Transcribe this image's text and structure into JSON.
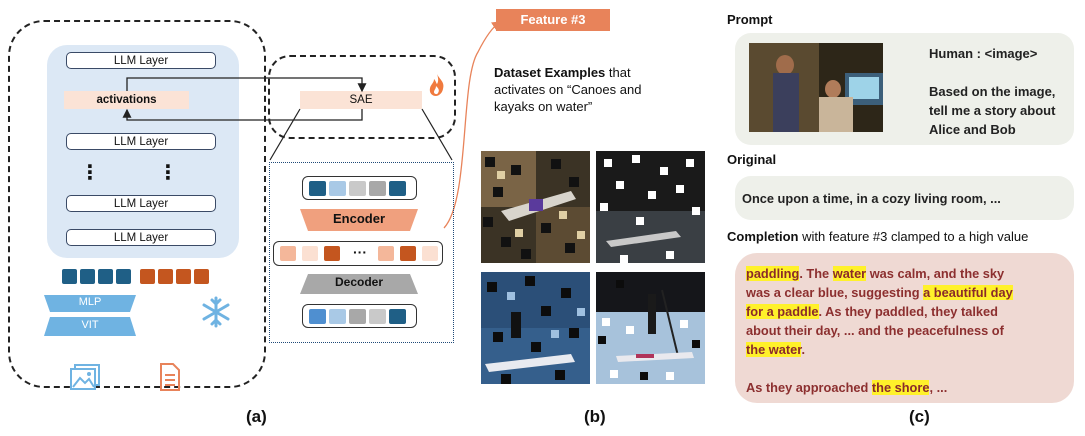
{
  "panel_a": {
    "layers": [
      "LLM Layer",
      "LLM Layer",
      "LLM Layer",
      "LLM Layer"
    ],
    "activations_label": "activations",
    "dots": "⋮",
    "sae_label": "SAE",
    "encoder_label": "Encoder",
    "decoder_label": "Decoder",
    "ellipsis": "···",
    "mlp_label": "MLP",
    "vit_label": "VIT",
    "caption": "(a)"
  },
  "panel_b": {
    "feature_tag": "Feature #3",
    "title_bold": "Dataset Examples",
    "title_rest_1": " that",
    "title_rest_2": "activates on “Canoes and",
    "title_rest_3": "kayaks on water”",
    "caption": "(b)"
  },
  "panel_c": {
    "prompt_heading": "Prompt",
    "prompt_line1": "Human : <image>",
    "prompt_line2": "Based on the image,",
    "prompt_line3": "tell me a story about",
    "prompt_line4": "Alice and Bob",
    "original_heading": "Original",
    "original_text": "Once upon a time, in a cozy living room, ...",
    "completion_heading_bold": "Completion",
    "completion_heading_rest": " with feature #3 clamped to a high value",
    "completion": {
      "w1": "paddling",
      "t1": ". The ",
      "w2": "water",
      "t2": " was calm, and the sky",
      "t3": "was a clear blue, suggesting ",
      "w3": "a beautiful day",
      "w4": "for a paddle",
      "t4": ". As they paddled, they talked",
      "t5": "about their day, ...   and the peacefulness of",
      "w5": "the water",
      "t6": ".",
      "t7": "As they approached ",
      "w6": "the shore",
      "t8": ", ..."
    },
    "caption": "(c)"
  },
  "colors": {
    "navy": "#1f5f86",
    "light_blue": "#a9c9e6",
    "gray": "#b5b5b5",
    "orange": "#c4561f",
    "peach": "#f4b79a",
    "light_peach": "#fbe0d2",
    "encoder": "#f0a07e",
    "decoder": "#a8a8a8",
    "mlp": "#6fb3e2",
    "highlight": "#fff12a",
    "completion_bg": "#efd9d3"
  }
}
